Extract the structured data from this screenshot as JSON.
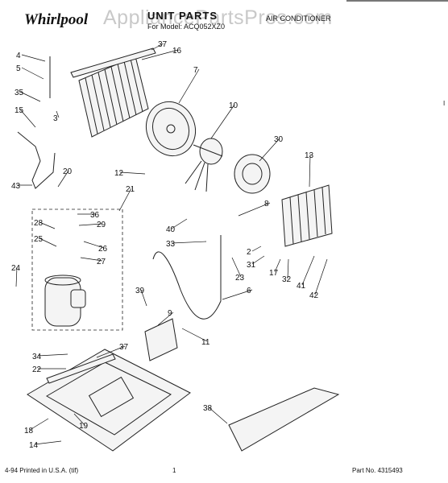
{
  "header": {
    "logo_text": "Whirlpool",
    "watermark": "AppliancePartsPros.com",
    "title": "UNIT PARTS",
    "model_line": "For Model: ACQ052XZ0",
    "category": "AIR CONDITIONER"
  },
  "footer": {
    "left": "4-94 Printed in U.S.A. (tif)",
    "center": "1",
    "right": "Part No. 4315493"
  },
  "edge_mark": "I",
  "callouts": [
    {
      "id": "c37a",
      "label": "37"
    },
    {
      "id": "c16",
      "label": "16"
    },
    {
      "id": "c4",
      "label": "4"
    },
    {
      "id": "c5",
      "label": "5"
    },
    {
      "id": "c7",
      "label": "7"
    },
    {
      "id": "c35",
      "label": "35"
    },
    {
      "id": "c15",
      "label": "15"
    },
    {
      "id": "c3",
      "label": "3"
    },
    {
      "id": "c10",
      "label": "10"
    },
    {
      "id": "c30",
      "label": "30"
    },
    {
      "id": "c13",
      "label": "13"
    },
    {
      "id": "c20",
      "label": "20"
    },
    {
      "id": "c12",
      "label": "12"
    },
    {
      "id": "c43",
      "label": "43"
    },
    {
      "id": "c21",
      "label": "21"
    },
    {
      "id": "c8",
      "label": "8"
    },
    {
      "id": "c36",
      "label": "36"
    },
    {
      "id": "c28",
      "label": "28"
    },
    {
      "id": "c29",
      "label": "29"
    },
    {
      "id": "c40",
      "label": "40"
    },
    {
      "id": "c25",
      "label": "25"
    },
    {
      "id": "c26",
      "label": "26"
    },
    {
      "id": "c33",
      "label": "33"
    },
    {
      "id": "c27",
      "label": "27"
    },
    {
      "id": "c2",
      "label": "2"
    },
    {
      "id": "c31",
      "label": "31"
    },
    {
      "id": "c24",
      "label": "24"
    },
    {
      "id": "c17",
      "label": "17"
    },
    {
      "id": "c32",
      "label": "32"
    },
    {
      "id": "c41",
      "label": "41"
    },
    {
      "id": "c42",
      "label": "42"
    },
    {
      "id": "c23",
      "label": "23"
    },
    {
      "id": "c6",
      "label": "6"
    },
    {
      "id": "c39",
      "label": "39"
    },
    {
      "id": "c9",
      "label": "9"
    },
    {
      "id": "c11",
      "label": "11"
    },
    {
      "id": "c37b",
      "label": "37"
    },
    {
      "id": "c34",
      "label": "34"
    },
    {
      "id": "c22",
      "label": "22"
    },
    {
      "id": "c38",
      "label": "38"
    },
    {
      "id": "c18",
      "label": "18"
    },
    {
      "id": "c14",
      "label": "14"
    },
    {
      "id": "c19",
      "label": "19"
    }
  ]
}
